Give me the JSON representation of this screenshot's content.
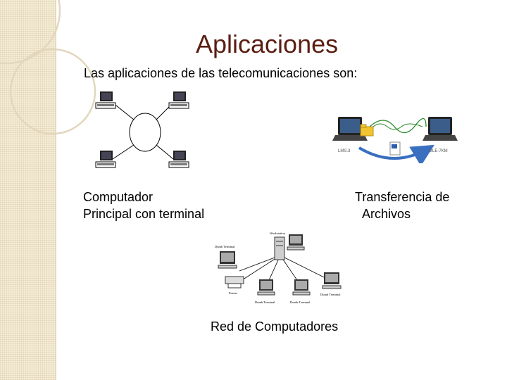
{
  "slide": {
    "title": "Aplicaciones",
    "subtitle": "Las aplicaciones de las telecomunicaciones son:"
  },
  "figures": {
    "mainframe": {
      "caption_line1": "Computador",
      "caption_line2": "Principal con terminal"
    },
    "transfer": {
      "caption_line1": "Transferencia de",
      "caption_line2": "Archivos",
      "label_left": "LMS.3",
      "label_right": "BLE-7KM"
    },
    "network": {
      "caption": "Red de Computadores",
      "label_server": "Workstation",
      "label_dumb_left": "Dumb Terminal",
      "label_printer": "Printer",
      "label_dumb_bottom1": "Dumb Terminal",
      "label_dumb_bottom2": "Dumb Terminal",
      "label_dumb_right": "Dumb Terminal"
    }
  }
}
